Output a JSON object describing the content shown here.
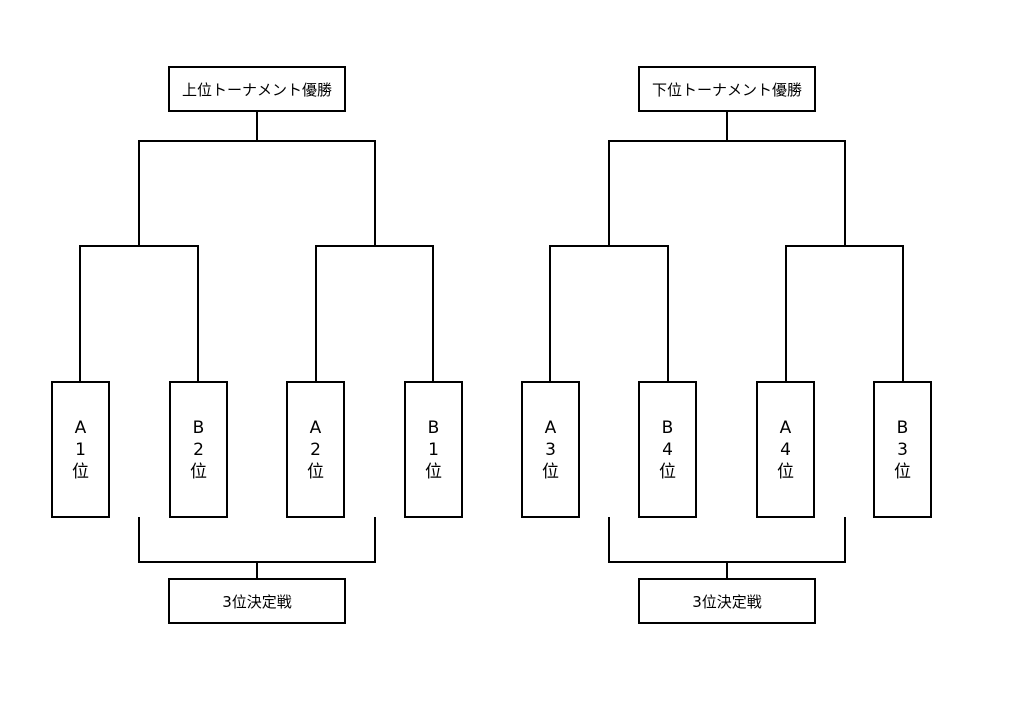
{
  "upper": {
    "winner_label": "上位トーナメント優勝",
    "third_place_label": "3位決定戦",
    "entries": [
      {
        "group": "A",
        "rank": "1",
        "suffix": "位"
      },
      {
        "group": "B",
        "rank": "2",
        "suffix": "位"
      },
      {
        "group": "A",
        "rank": "2",
        "suffix": "位"
      },
      {
        "group": "B",
        "rank": "1",
        "suffix": "位"
      }
    ]
  },
  "lower": {
    "winner_label": "下位トーナメント優勝",
    "third_place_label": "3位決定戦",
    "entries": [
      {
        "group": "A",
        "rank": "3",
        "suffix": "位"
      },
      {
        "group": "B",
        "rank": "4",
        "suffix": "位"
      },
      {
        "group": "A",
        "rank": "4",
        "suffix": "位"
      },
      {
        "group": "B",
        "rank": "3",
        "suffix": "位"
      }
    ]
  }
}
